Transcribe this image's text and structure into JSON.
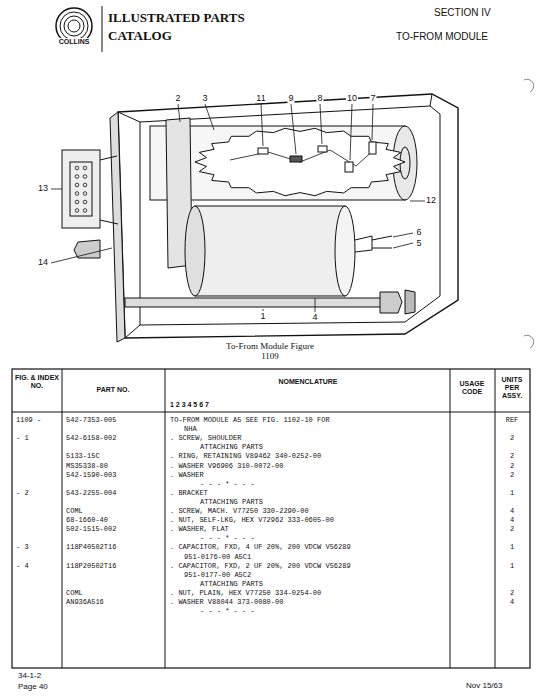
{
  "diagram": {
    "title": "ILLUSTRATED PARTS CATALOG",
    "caption": "To-From Module Figure 1109",
    "labels": [
      "SECTION IV",
      "TO-FROM MODULE",
      "COLLINS",
      "2",
      "3",
      "11",
      "9",
      "8",
      "10",
      "7",
      "13",
      "12",
      "6",
      "5",
      "14",
      "1",
      "4",
      "FIG. & INDEX NO.",
      "PART NO.",
      "NOMENCLATURE",
      "1 2 3 4 5 6 7",
      "USAGE CODE",
      "UNITS PER ASSY.",
      "1109 -",
      "542-7353-005",
      "TO-FROM MODULE A5 SEE FIG. 1102-10 FOR",
      "REF",
      "NHA",
      "- 1",
      "542-6158-002",
      ". SCREW, SHOULDER",
      "2",
      "ATTACHING PARTS",
      "5133-15C",
      ". RING, RETAINING V89462 340-0252-00",
      "2",
      "MS35338-80",
      ". WASHER V96906 310-0072-00",
      "2",
      "542-1590-003",
      ". WASHER",
      "2",
      "- - - * - - -",
      "- 2",
      "543-2255-004",
      ". BRACKET",
      "1",
      "ATTACHING PARTS",
      "COML",
      ". SCREW, MACH. V77250 330-2290-00",
      "4",
      "68-1660-40",
      ". NUT, SELF-LKG, HEX V72962 333-0605-00",
      "4",
      "502-1515-002",
      ". WASHER, FLAT",
      "2",
      "- - - * - - -",
      "- 3",
      "118P40502T16",
      ". CAPACITOR, FXD, 4 UF 20%, 200 VDCW V56289",
      "1",
      "951-0176-00 A5C1",
      "- 4",
      "118P20502T16",
      ". CAPACITOR, FXD, 2 UF 20%, 200 VDCW V56289",
      "1",
      "951-0177-00 A5C2",
      "ATTACHING PARTS",
      "COML",
      ". NUT, PLAIN, HEX V77250 334-0254-00",
      "2",
      "AN936A516",
      ". WASHER V88044 373-0080-00",
      "4",
      "- - - * - - -",
      "34-1-2",
      "Page 40",
      "Nov 15/63"
    ]
  }
}
